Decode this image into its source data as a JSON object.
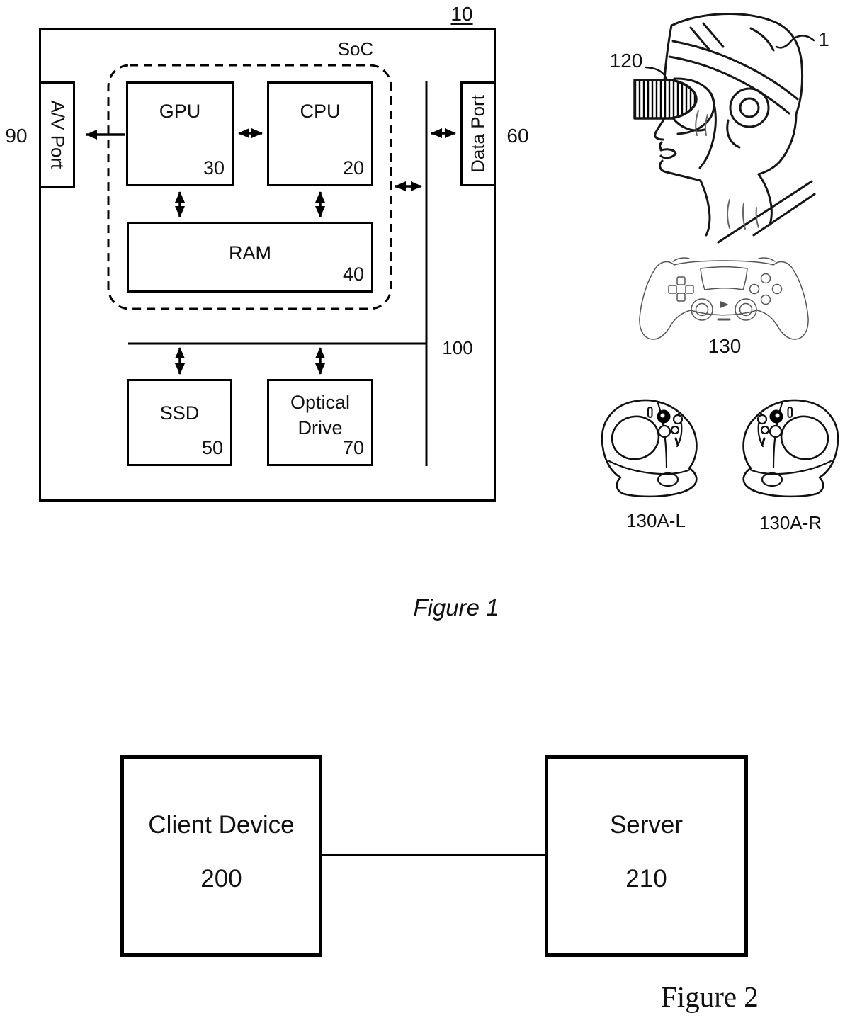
{
  "style": {
    "ink": "#111111",
    "sketch_gray": "#555555"
  },
  "figure1": {
    "caption": "Figure 1",
    "console": {
      "ref": "10",
      "soc_label": "SoC",
      "gpu": {
        "label": "GPU",
        "ref": "30"
      },
      "cpu": {
        "label": "CPU",
        "ref": "20"
      },
      "ram": {
        "label": "RAM",
        "ref": "40"
      },
      "ssd": {
        "label": "SSD",
        "ref": "50"
      },
      "optical_drive": {
        "label": "Optical Drive",
        "ref": "70"
      },
      "av_port": {
        "label": "A/V Port",
        "ref": "90"
      },
      "data_port": {
        "label": "Data Port",
        "ref": "60"
      },
      "bus": {
        "ref": "100"
      }
    },
    "peripherals": {
      "user_ref": "1",
      "hmd_ref": "120",
      "gamepad_ref": "130",
      "vr_left_ref": "130A-L",
      "vr_right_ref": "130A-R"
    }
  },
  "figure2": {
    "caption": "Figure 2",
    "client": {
      "label": "Client Device",
      "ref": "200"
    },
    "server": {
      "label": "Server",
      "ref": "210"
    }
  }
}
